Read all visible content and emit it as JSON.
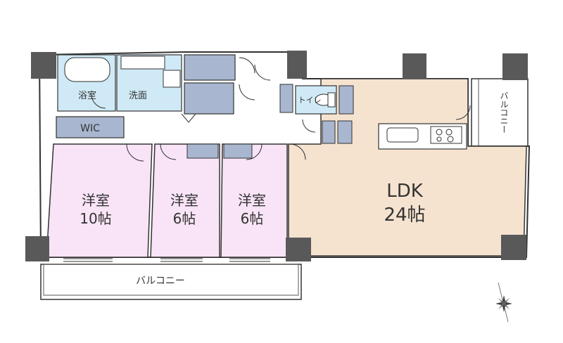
{
  "rooms": {
    "bath": "浴室",
    "washroom": "洗面",
    "toilet": "トイレ",
    "wic": "WIC",
    "western1": {
      "name": "洋室",
      "size": "10帖"
    },
    "western2": {
      "name": "洋室",
      "size": "6帖"
    },
    "western3": {
      "name": "洋室",
      "size": "6帖"
    },
    "ldk": {
      "name": "LDK",
      "size": "24帖"
    }
  },
  "balcony_bottom": "バルコニー",
  "balcony_right": "バルコニー",
  "colors": {
    "western": "#f8e4f6",
    "ldk": "#f5e3d0",
    "wet": "#cfeaf6",
    "storage": "#a9b6cf",
    "wall": "#595959",
    "outline": "#333333"
  },
  "compass_icon": "compass-rose-icon"
}
